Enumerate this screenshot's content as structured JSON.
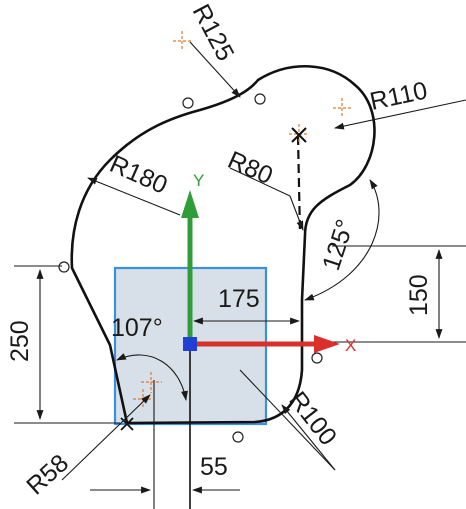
{
  "sketch": {
    "dimensions": {
      "r125": "R125",
      "r110": "R110",
      "r80": "R80",
      "r180": "R180",
      "angle_125": "125°",
      "dist_175": "175",
      "dist_150": "150",
      "angle_107": "107°",
      "dist_250": "250",
      "r100": "R100",
      "r58": "R58",
      "dist_55": "55"
    },
    "axes": {
      "x_label": "X",
      "y_label": "Y"
    },
    "colors": {
      "x_axis": "#d9302c",
      "y_axis": "#2f9e3a",
      "origin": "#1f3fd6",
      "sketch_plane_fill": "#c9d5e2",
      "sketch_plane_border": "#3b8fe0",
      "center_marks": "#e07a2e"
    }
  }
}
